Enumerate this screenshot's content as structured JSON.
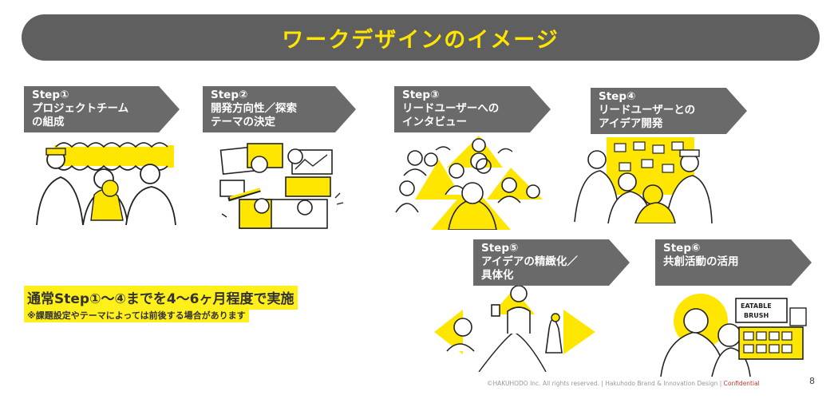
{
  "title": "ワークデザインのイメージ",
  "steps": [
    {
      "number": "Step①",
      "lines": [
        "プロジェクトチーム",
        "の組成"
      ]
    },
    {
      "number": "Step②",
      "lines": [
        "開発方向性／探索",
        "テーマの決定"
      ]
    },
    {
      "number": "Step③",
      "lines": [
        "リードユーザーへの",
        "インタビュー"
      ]
    },
    {
      "number": "Step④",
      "lines": [
        "リードユーザーとの",
        "アイデア開発"
      ]
    },
    {
      "number": "Step⑤",
      "lines": [
        "アイデアの精緻化／",
        "具体化"
      ]
    },
    {
      "number": "Step⑥",
      "lines": [
        "共創活動の活用"
      ]
    }
  ],
  "summary": "通常Step①～④までを4～6ヶ月程度で実施",
  "note": "※課題設定やテーマによっては前後する場合があります",
  "illustration_text": {
    "sign_1": "EATABLE",
    "sign_2": "BRUSH"
  },
  "footer": {
    "copyright": "©HAKUHODO Inc. All rights reserved.",
    "separator": "|",
    "division": "Hakuhodo Brand & Innovation Design",
    "confidential": "Confidential"
  },
  "page_number": "8",
  "colors": {
    "accent": "#ffe600",
    "bar": "#5f5f5f",
    "step": "#6a6a6a"
  }
}
